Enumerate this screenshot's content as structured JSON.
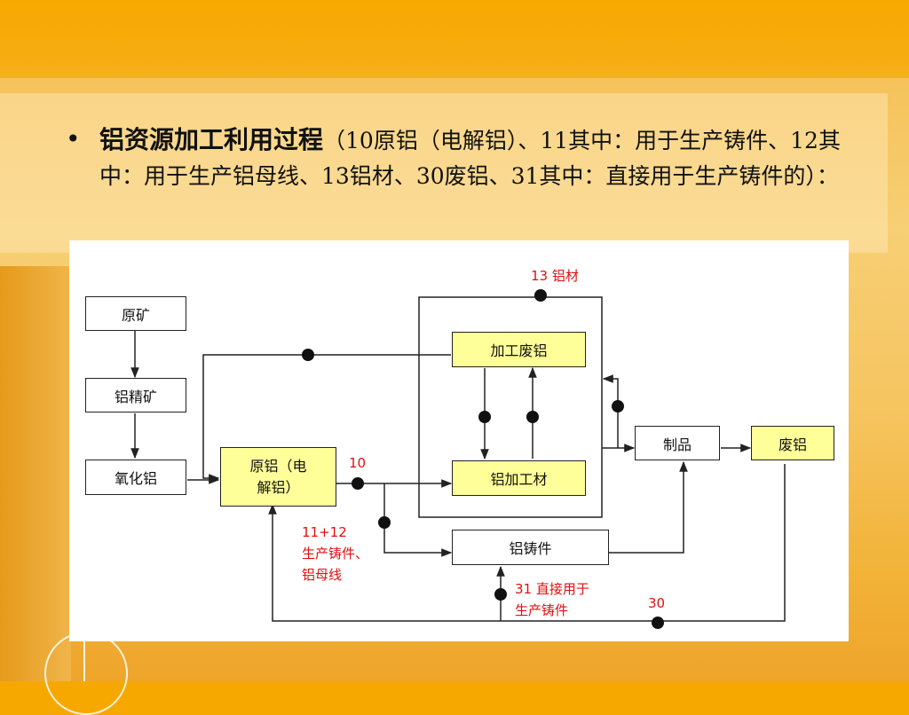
{
  "slide": {
    "bullet": "•",
    "title_bold": "铝资源加工利用过程",
    "title_rest": "（10原铝（电解铝）、11其中：用于生产铸件、12其中：用于生产铝母线、13铝材、30废铝、31其中：直接用于生产铸件的）："
  },
  "diagram": {
    "nodes": {
      "raw_ore": "原矿",
      "concentrate": "铝精矿",
      "alumina": "氧化铝",
      "primary_al": "原铝（电\n解铝）",
      "process_scrap": "加工废铝",
      "al_products": "铝加工材",
      "castings": "铝铸件",
      "finished_goods": "制品",
      "scrap_al": "废铝"
    },
    "labels": {
      "l13": "13 铝材",
      "l10": "10",
      "l11_12": "11+12\n生产铸件、\n铝母线",
      "l31": "31 直接用于\n生产铸件",
      "l30": "30"
    }
  }
}
